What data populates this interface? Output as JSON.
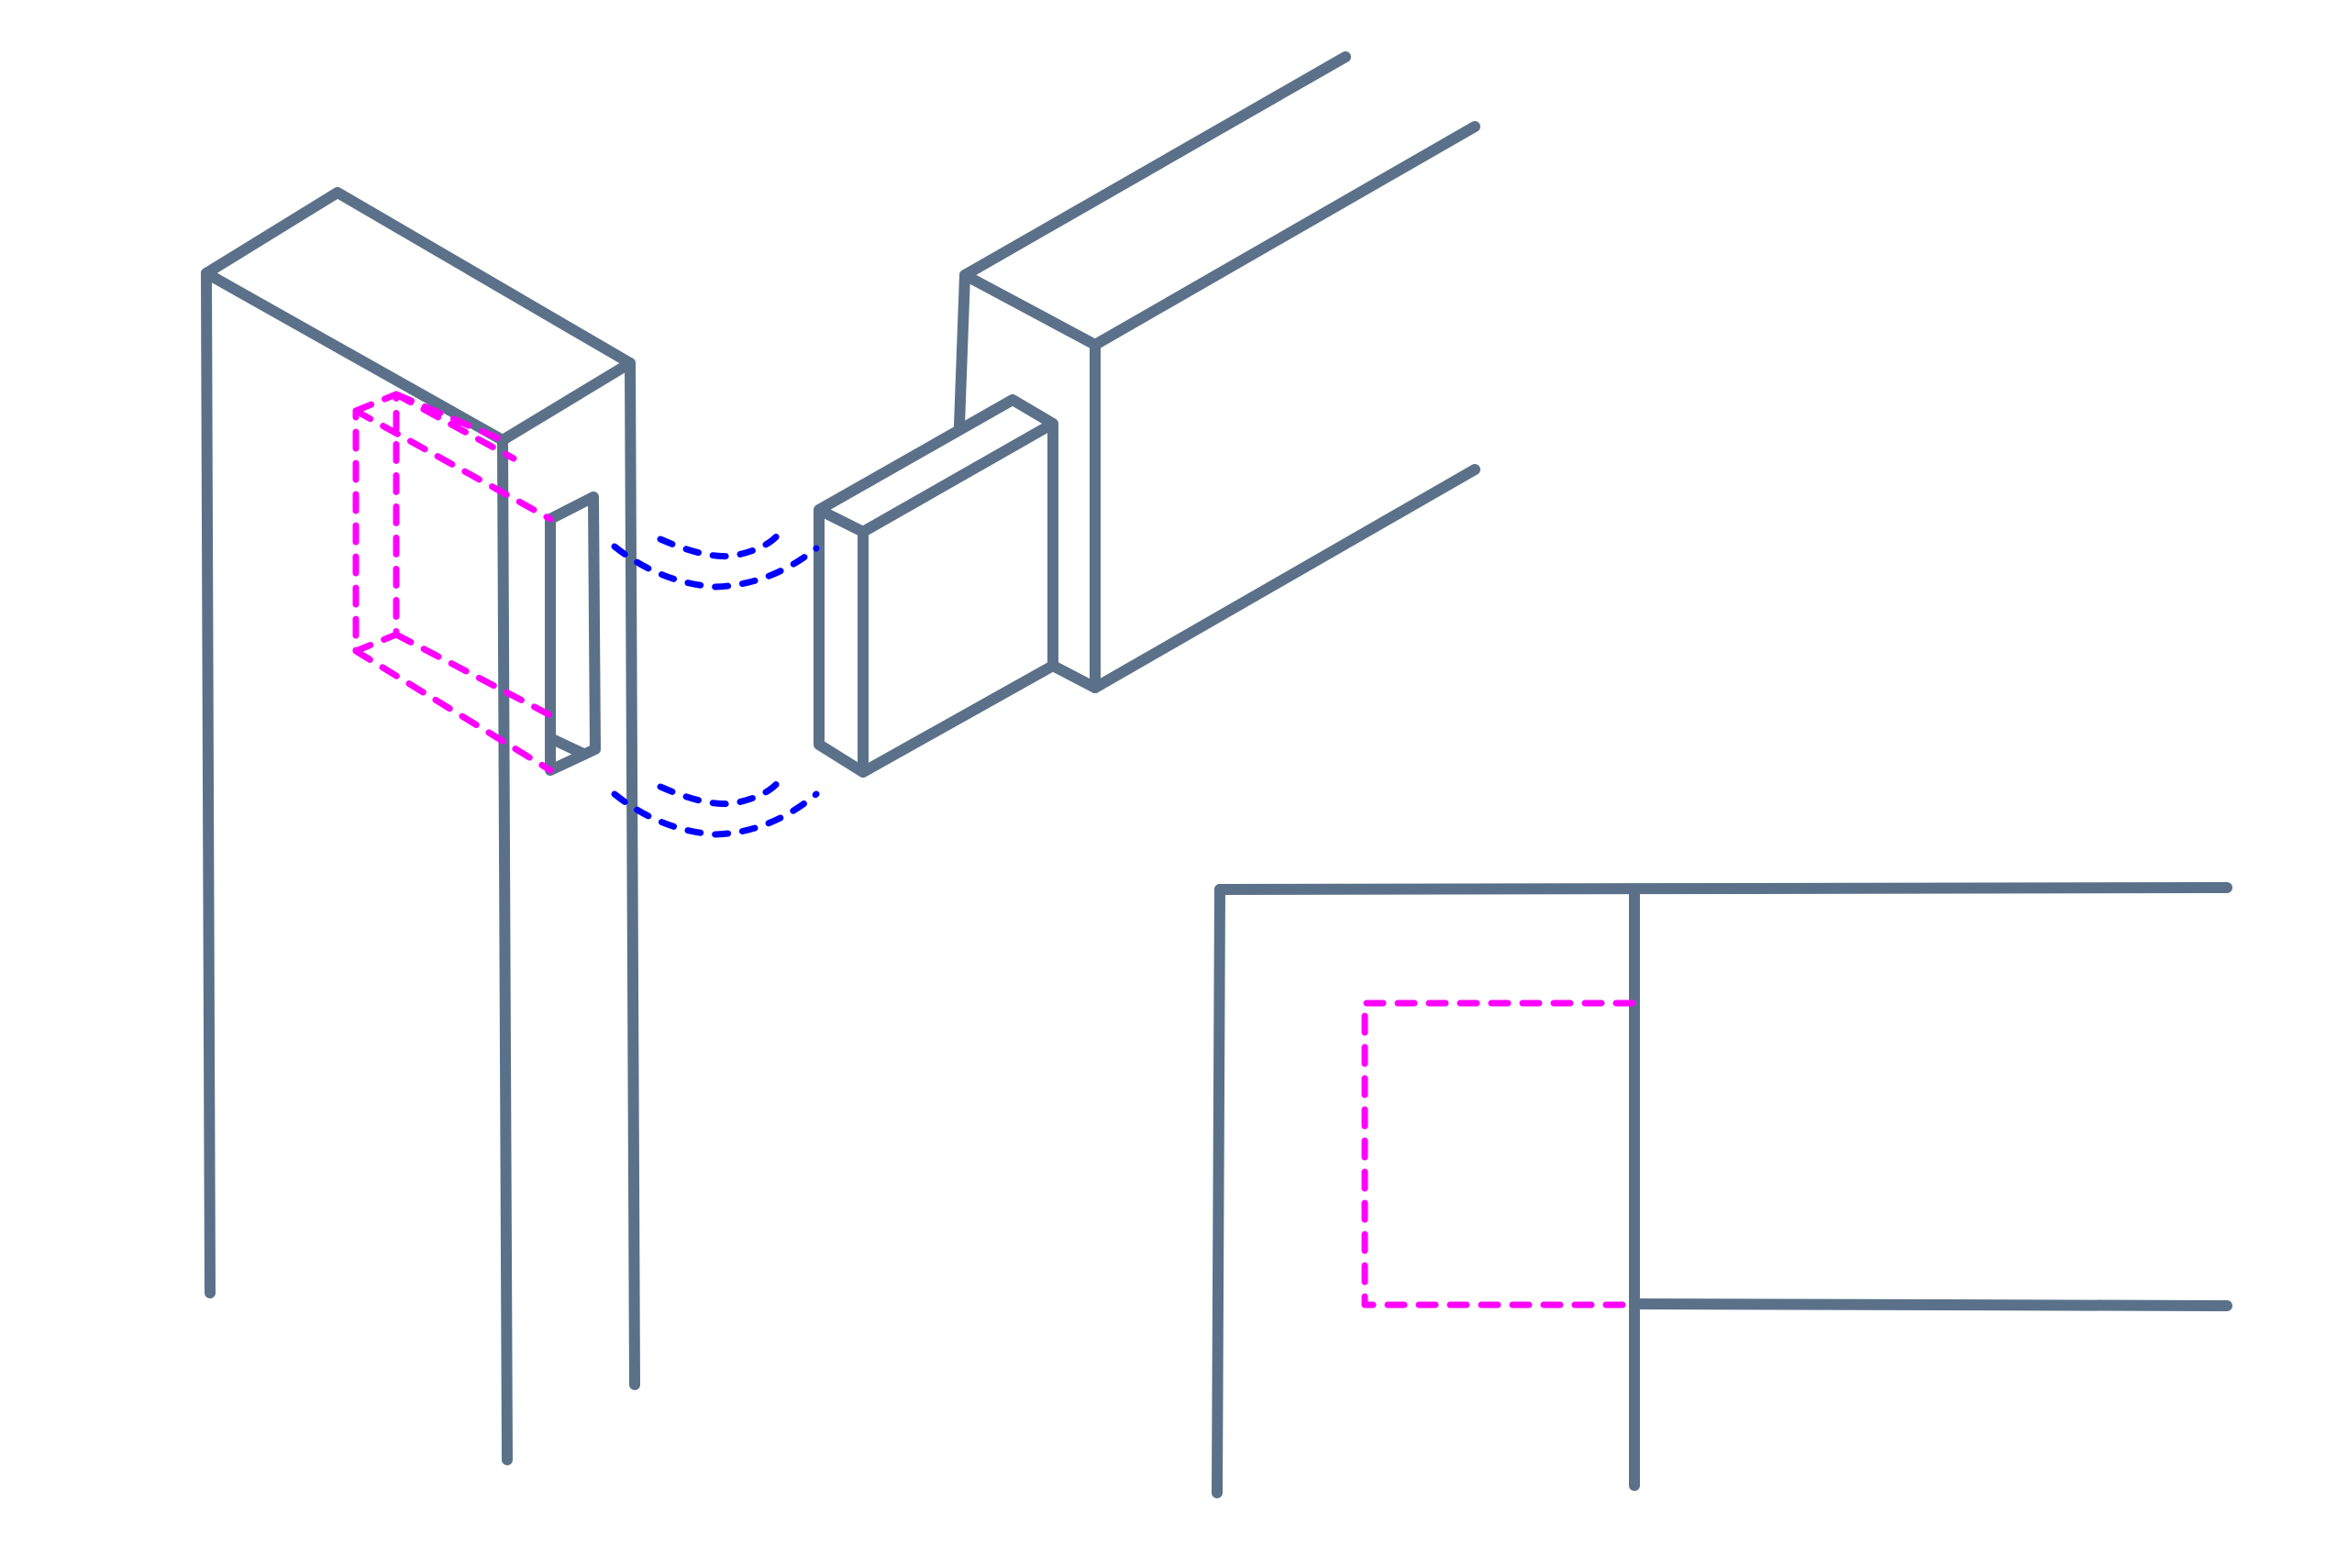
{
  "diagram": {
    "subject": "mortise-and-tenon-joint",
    "colors": {
      "solid_line": "#5b7189",
      "hidden_mortise_line": "#ff00ff",
      "motion_line": "#0000ff",
      "background": "#ffffff"
    },
    "parts": [
      "post-with-mortise",
      "rail-with-tenon",
      "joint-elevation-view"
    ]
  }
}
